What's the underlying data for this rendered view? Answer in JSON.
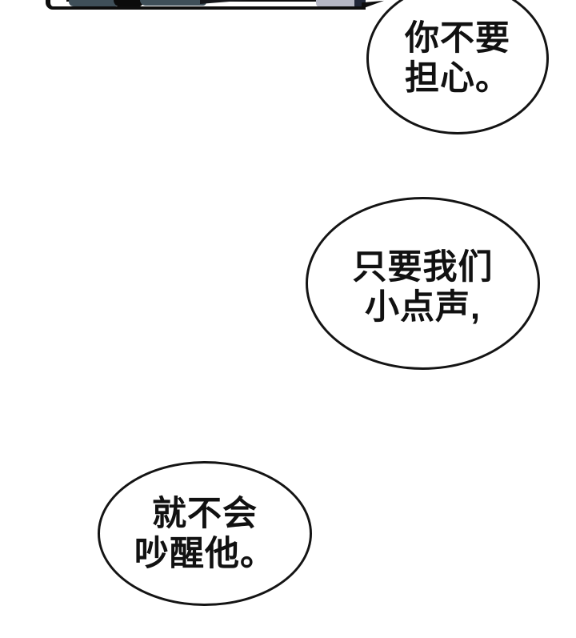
{
  "page": {
    "background_color": "#ffffff",
    "ink_color": "#141414",
    "text_color": "#111111"
  },
  "panel_strip": {
    "description": "bottom sliver of a comic panel cut off at top of page",
    "colors": {
      "frame_black": "#0d0d0d",
      "slate": "#3f4f59",
      "blob_black": "#0b0b0b",
      "lavender_gray": "#b5b7c4",
      "navy": "#202637"
    }
  },
  "bubbles": [
    {
      "id": "bubble-top",
      "text": "你不要\n担心。"
    },
    {
      "id": "bubble-middle",
      "text": "只要我们\n小点声,"
    },
    {
      "id": "bubble-bottom",
      "text": "就不会\n吵醒他。"
    }
  ]
}
